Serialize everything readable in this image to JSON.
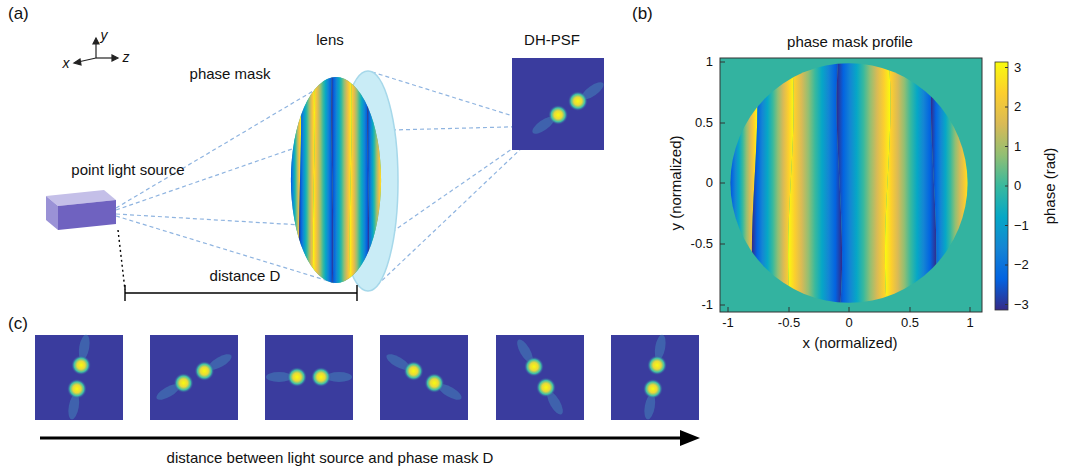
{
  "diagram": {
    "labels": [
      "(a)",
      "y",
      "x",
      "z",
      "phase mask",
      "lens",
      "DH-PSF",
      "point light source",
      "distance D",
      "(b)",
      "phase mask profile",
      "1",
      "0.5",
      "0",
      "-0.5",
      "-1",
      "-1",
      "-0.5",
      "0",
      "0.5",
      "1",
      "y (normalized)",
      "x (normalized)",
      "3",
      "2",
      "1",
      "0",
      "−1",
      "−2",
      "−3",
      "phase (rad)",
      "(c)",
      "distance between light source and phase mask D"
    ]
  }
}
